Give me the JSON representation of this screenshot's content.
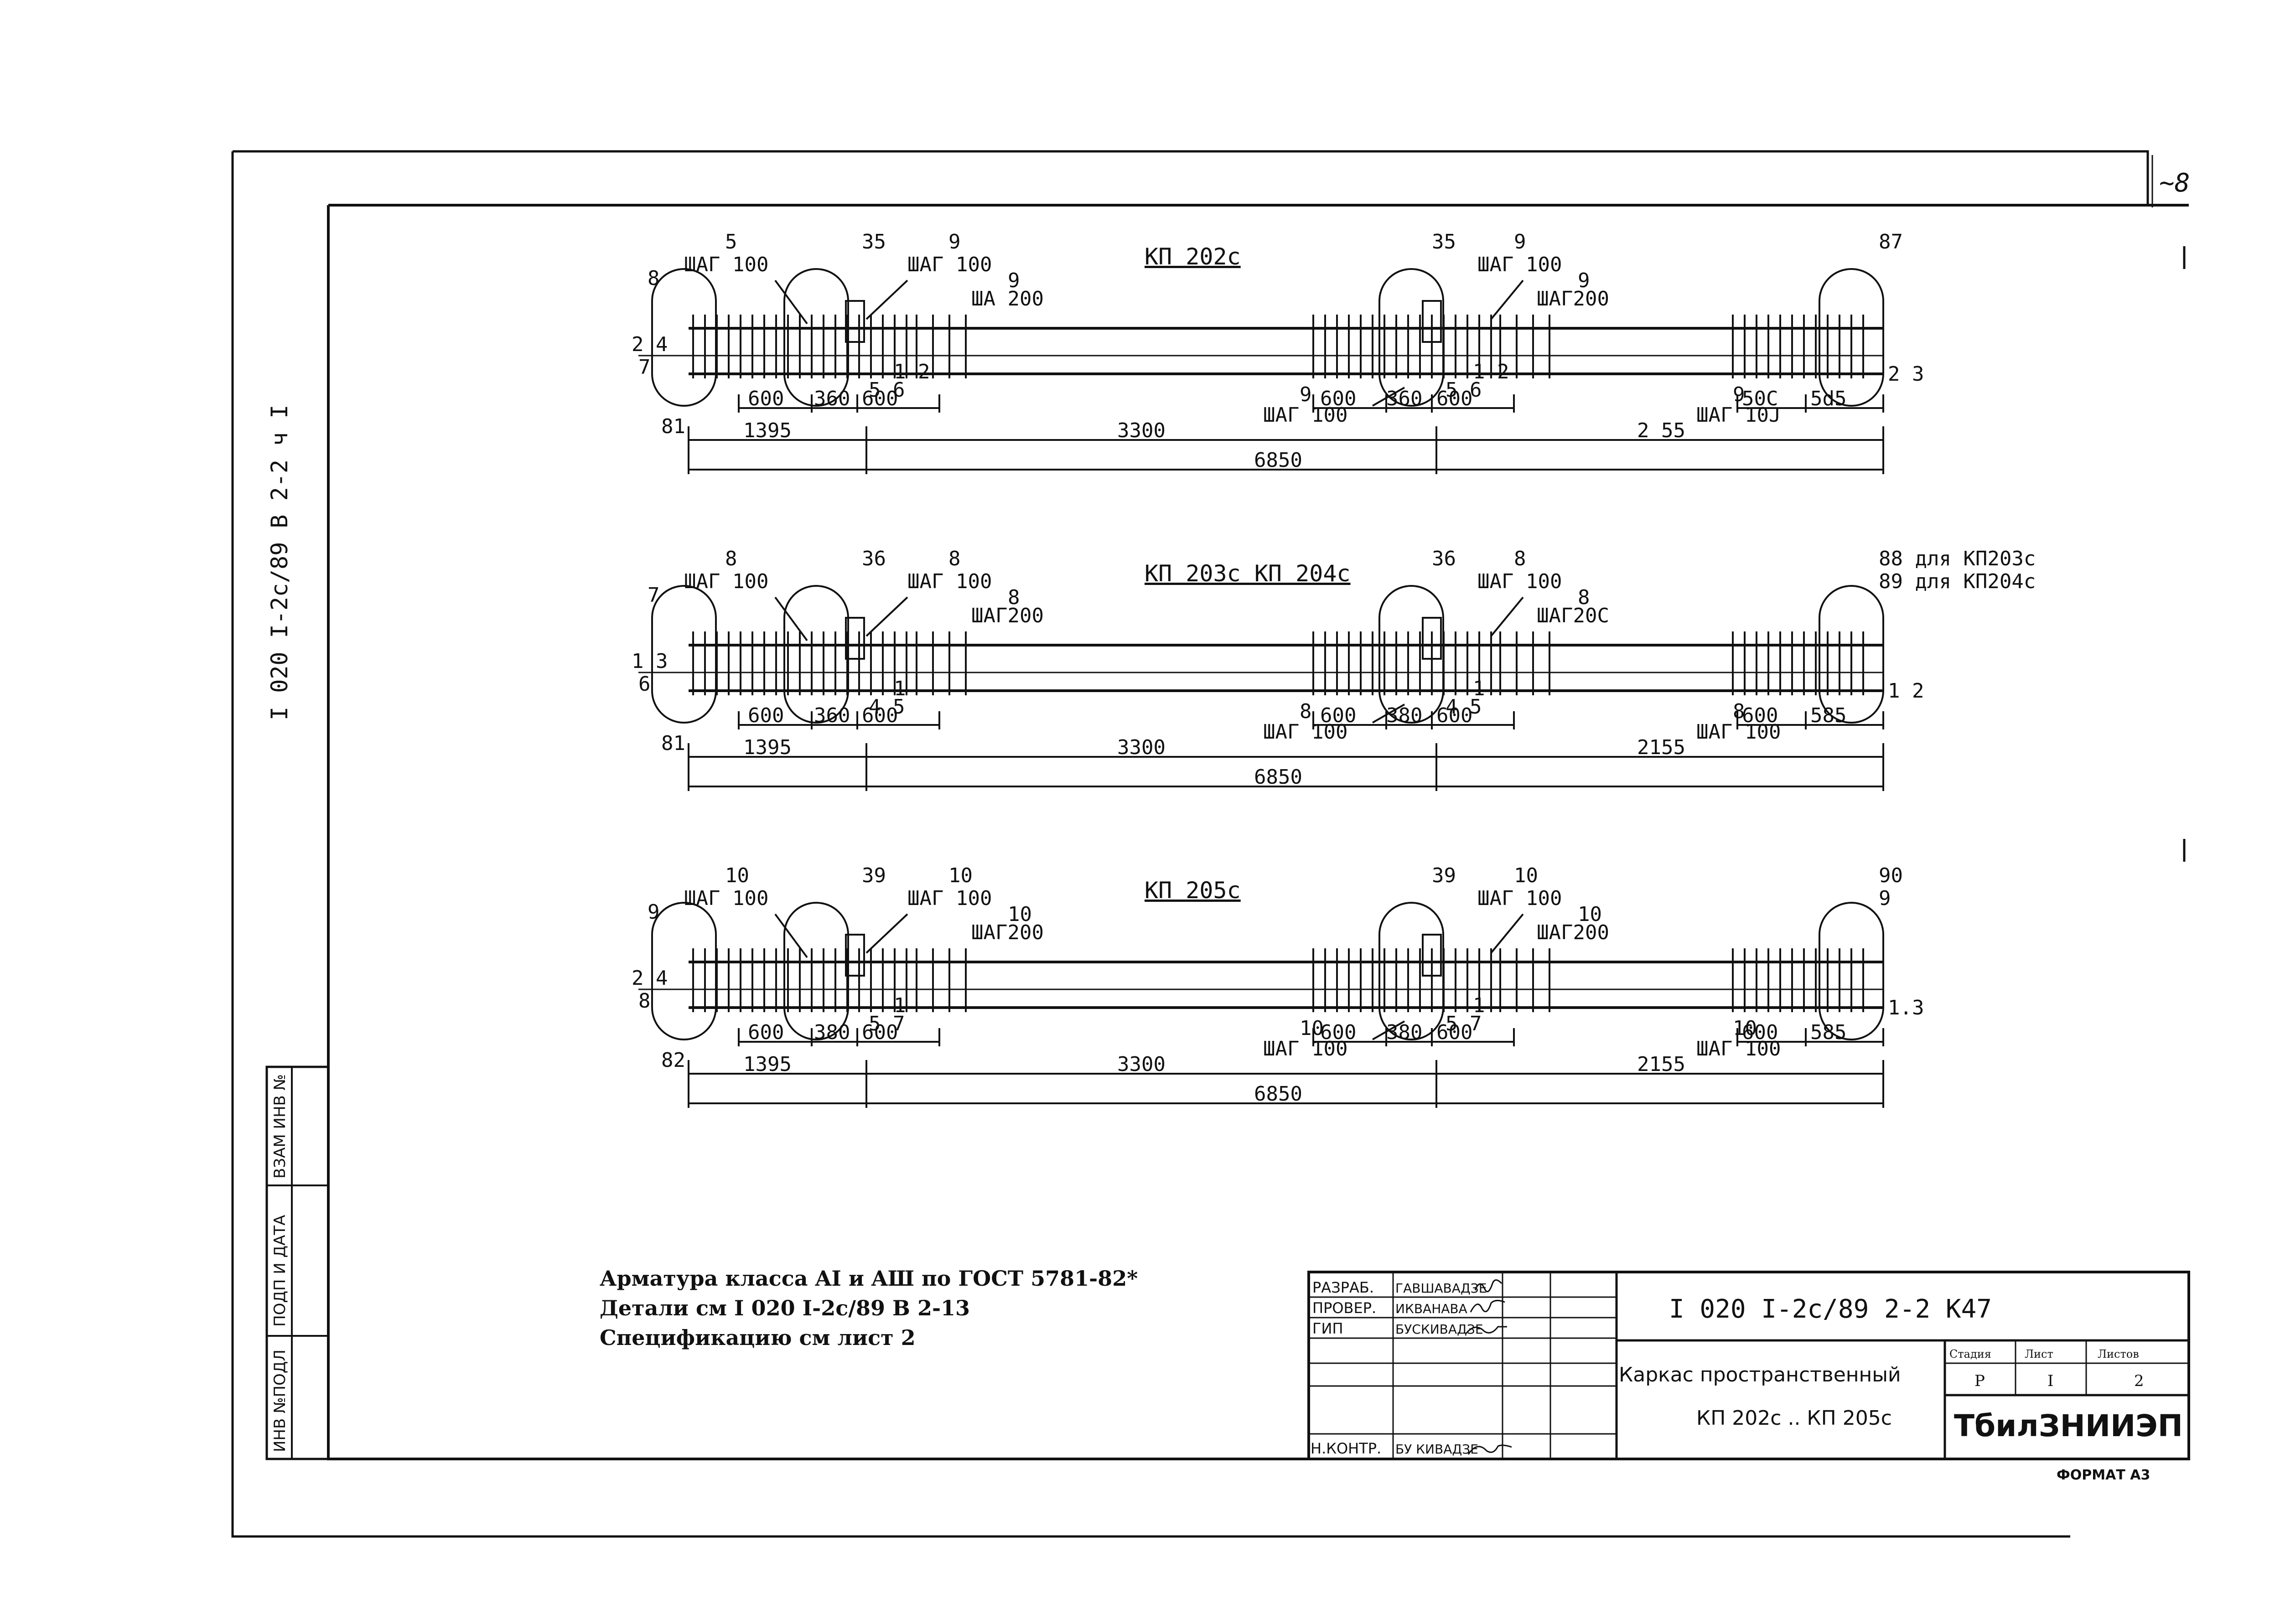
{
  "corner_mark": "~8",
  "side_code": "I 020 I-2c/89  В  2-2  ч I",
  "side_stamp": [
    "ИНВ №ПОДЛ",
    "ПОДП И ДАТА",
    "ВЗАМ ИНВ №"
  ],
  "notes": [
    "Арматура класса AI и AШ по ГОСТ 5781-82*",
    "Детали см  I 020 I-2с/89 В 2-13",
    "Спецификацию см  лист 2"
  ],
  "frames": [
    {
      "title": "КП 202с",
      "calls": {
        "l1": "5",
        "l1s": "ШАГ 100",
        "l2": "35",
        "l3": "9",
        "l3s": "ШАГ 100",
        "l4": "9",
        "l4s": "ША 200",
        "lm1": "9",
        "lm1s": "ШАГ 100",
        "m2": "35",
        "m3": "9",
        "m3s": "ШАГ 100",
        "m4": "9",
        "m4s": "ШАГ200",
        "r1": "9",
        "r1s": "ШАГ 10J",
        "r2": "87",
        "r2b": "",
        "end_top": "8",
        "end_left_a": "2  4",
        "end_left_b": "7",
        "end_bot": "81",
        "under_l": "5  6",
        "under_l_top": "1  2",
        "under_m": "5  6",
        "under_m_top": "1  2",
        "right_end": "2  3"
      },
      "dims_small": [
        "600",
        "360",
        "600",
        "600",
        "360",
        "600",
        "50C",
        "5d5"
      ],
      "dims_mid": [
        "1395",
        "3300",
        "2 55"
      ],
      "dim_total": "6850"
    },
    {
      "title": "КП 203с  КП 204с",
      "calls": {
        "l1": "8",
        "l1s": "ШАГ 100",
        "l2": "36",
        "l3": "8",
        "l3s": "ШАГ 100",
        "l4": "8",
        "l4s": "ШАГ200",
        "lm1": "8",
        "lm1s": "ШАГ 100",
        "m2": "36",
        "m3": "8",
        "m3s": "ШАГ 100",
        "m4": "8",
        "m4s": "ШАГ20C",
        "r1": "8",
        "r1s": "ШАГ 100",
        "r2": "88 для КП203с",
        "r2b": "89 для КП204с",
        "end_top": "7",
        "end_left_a": "1  3",
        "end_left_b": "6",
        "end_bot": "81",
        "under_l": "4  5",
        "under_l_top": "1",
        "under_m": "4  5",
        "under_m_top": "1",
        "right_end": "1  2"
      },
      "dims_small": [
        "600",
        "360",
        "600",
        "600",
        "380",
        "600",
        "600",
        "585"
      ],
      "dims_mid": [
        "1395",
        "3300",
        "2155"
      ],
      "dim_total": "6850"
    },
    {
      "title": "КП 205с",
      "calls": {
        "l1": "10",
        "l1s": "ШАГ 100",
        "l2": "39",
        "l3": "10",
        "l3s": "ШАГ 100",
        "l4": "10",
        "l4s": "ШАГ200",
        "lm1": "10",
        "lm1s": "ШАГ 100",
        "m2": "39",
        "m3": "10",
        "m3s": "ШАГ 100",
        "m4": "10",
        "m4s": "ШАГ200",
        "r1": "10",
        "r1s": "ШАГ 100",
        "r2": "90",
        "r2b": "9",
        "end_top": "9",
        "end_left_a": "2  4",
        "end_left_b": "8",
        "end_bot": "82",
        "under_l": "5  7",
        "under_l_top": "1",
        "under_m": "5  7",
        "under_m_top": "1",
        "right_end": "1.3"
      },
      "dims_small": [
        "600",
        "380",
        "600",
        "600",
        "380",
        "600",
        "600",
        "585"
      ],
      "dims_mid": [
        "1395",
        "3300",
        "2155"
      ],
      "dim_total": "6850"
    }
  ],
  "title_block": {
    "roles": [
      "РАЗРАБ.",
      "ПРОВЕР.",
      "ГИП",
      "",
      "",
      "Н.КОНТР."
    ],
    "names": [
      "ГАВШАВАДЗЕ",
      "ИКВАНАВА",
      "БУСКИВАДЗЕ",
      "",
      "",
      "БУ КИВАДЗЕ"
    ],
    "doc_code": "I 020 I-2с/89  2-2   К47",
    "title_line1": "Каркас пространственный",
    "title_line2": "КП 202с .. КП 205с",
    "col_heads": [
      "Стадия",
      "Лист",
      "Листов"
    ],
    "col_vals": [
      "Р",
      "I",
      "2"
    ],
    "org": "ТбилЗНИИЭП",
    "format": "ФОРМАТ А3"
  }
}
